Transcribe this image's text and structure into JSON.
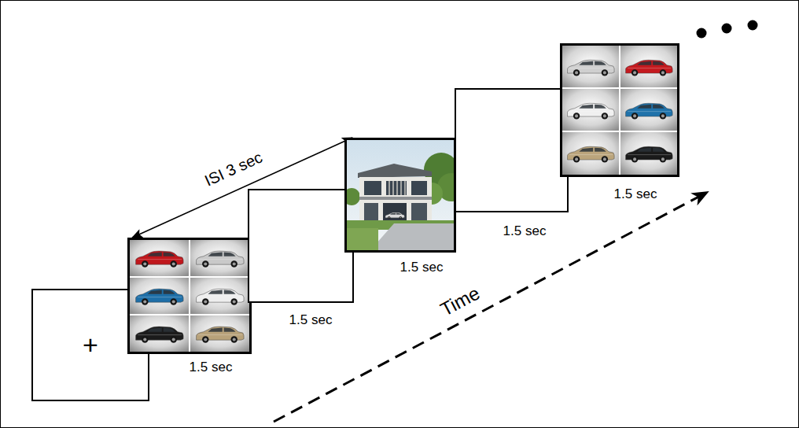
{
  "diagram": {
    "nodes": [
      {
        "text": [
          "+"
        ]
      },
      {
        "text": [
          "1.5 sec"
        ]
      },
      {
        "text": [
          "1.5 sec"
        ]
      },
      {
        "text": [
          "1.5 sec"
        ]
      },
      {
        "text": [
          "1.5 sec"
        ]
      },
      {
        "text": [
          "1.5 sec"
        ]
      }
    ],
    "edges": [
      {
        "from": 1,
        "to": 3,
        "arrow": "both",
        "label": "ISI 3 sec"
      }
    ],
    "labels": [
      "Time"
    ]
  }
}
